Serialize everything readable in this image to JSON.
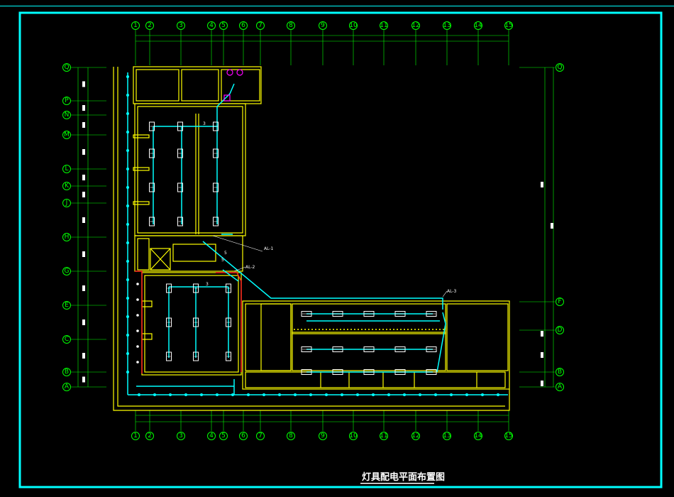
{
  "drawing": {
    "title": "灯具配电平面布置图",
    "colors": {
      "background": "#000000",
      "frame": "#00ffff",
      "axis": "#00ff00",
      "wall": "#ffff00",
      "circuit": "#00ffff",
      "emergency": "#ff2020",
      "fixture": "#ffffff",
      "exhaust": "#ff00ff"
    }
  },
  "axes": {
    "columns": [
      "1",
      "2",
      "3",
      "4",
      "5",
      "6",
      "7",
      "8",
      "9",
      "10",
      "11",
      "12",
      "13",
      "14",
      "15"
    ],
    "rows_left": [
      "Q",
      "P",
      "N",
      "M",
      "L",
      "K",
      "J",
      "H",
      "G",
      "E",
      "C",
      "B",
      "A"
    ],
    "rows_right": [
      "Q",
      "F",
      "D",
      "B",
      "A"
    ]
  },
  "tags": {
    "panel_1": "AL-1",
    "panel_2": "AL-2",
    "panel_3": "AL-3",
    "circuit_3a": "3",
    "circuit_5a": "5",
    "circuit_5b": "5",
    "circuit_3b": "3"
  }
}
